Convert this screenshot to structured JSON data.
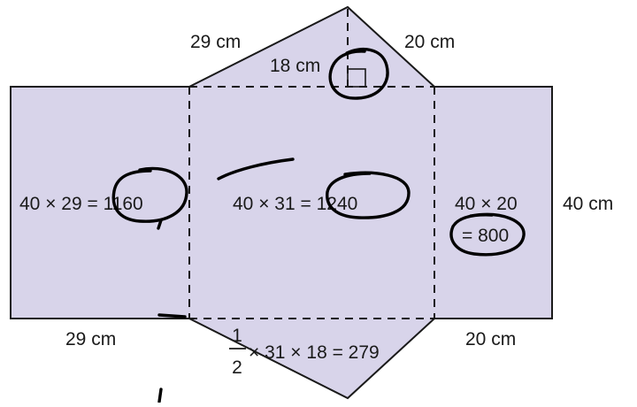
{
  "labels": {
    "top_left_edge": "29 cm",
    "top_right_edge": "20 cm",
    "height": "18 cm",
    "left_face": "40 × 29 = 1160",
    "middle_face": "40 × 31 = 1240",
    "right_face_line1": "40 × 20",
    "right_face_line2": "= 800",
    "right_side": "40 cm",
    "bottom_left_edge": "29 cm",
    "bottom_right_edge": "20 cm",
    "triangle_area_numerator": "1",
    "triangle_area_denominator": "2",
    "triangle_area_expression": "× 31 × 18 = 279"
  },
  "colors": {
    "face_fill": "#d8d4ea",
    "line": "#1a1a1a",
    "ink": "#000000"
  }
}
